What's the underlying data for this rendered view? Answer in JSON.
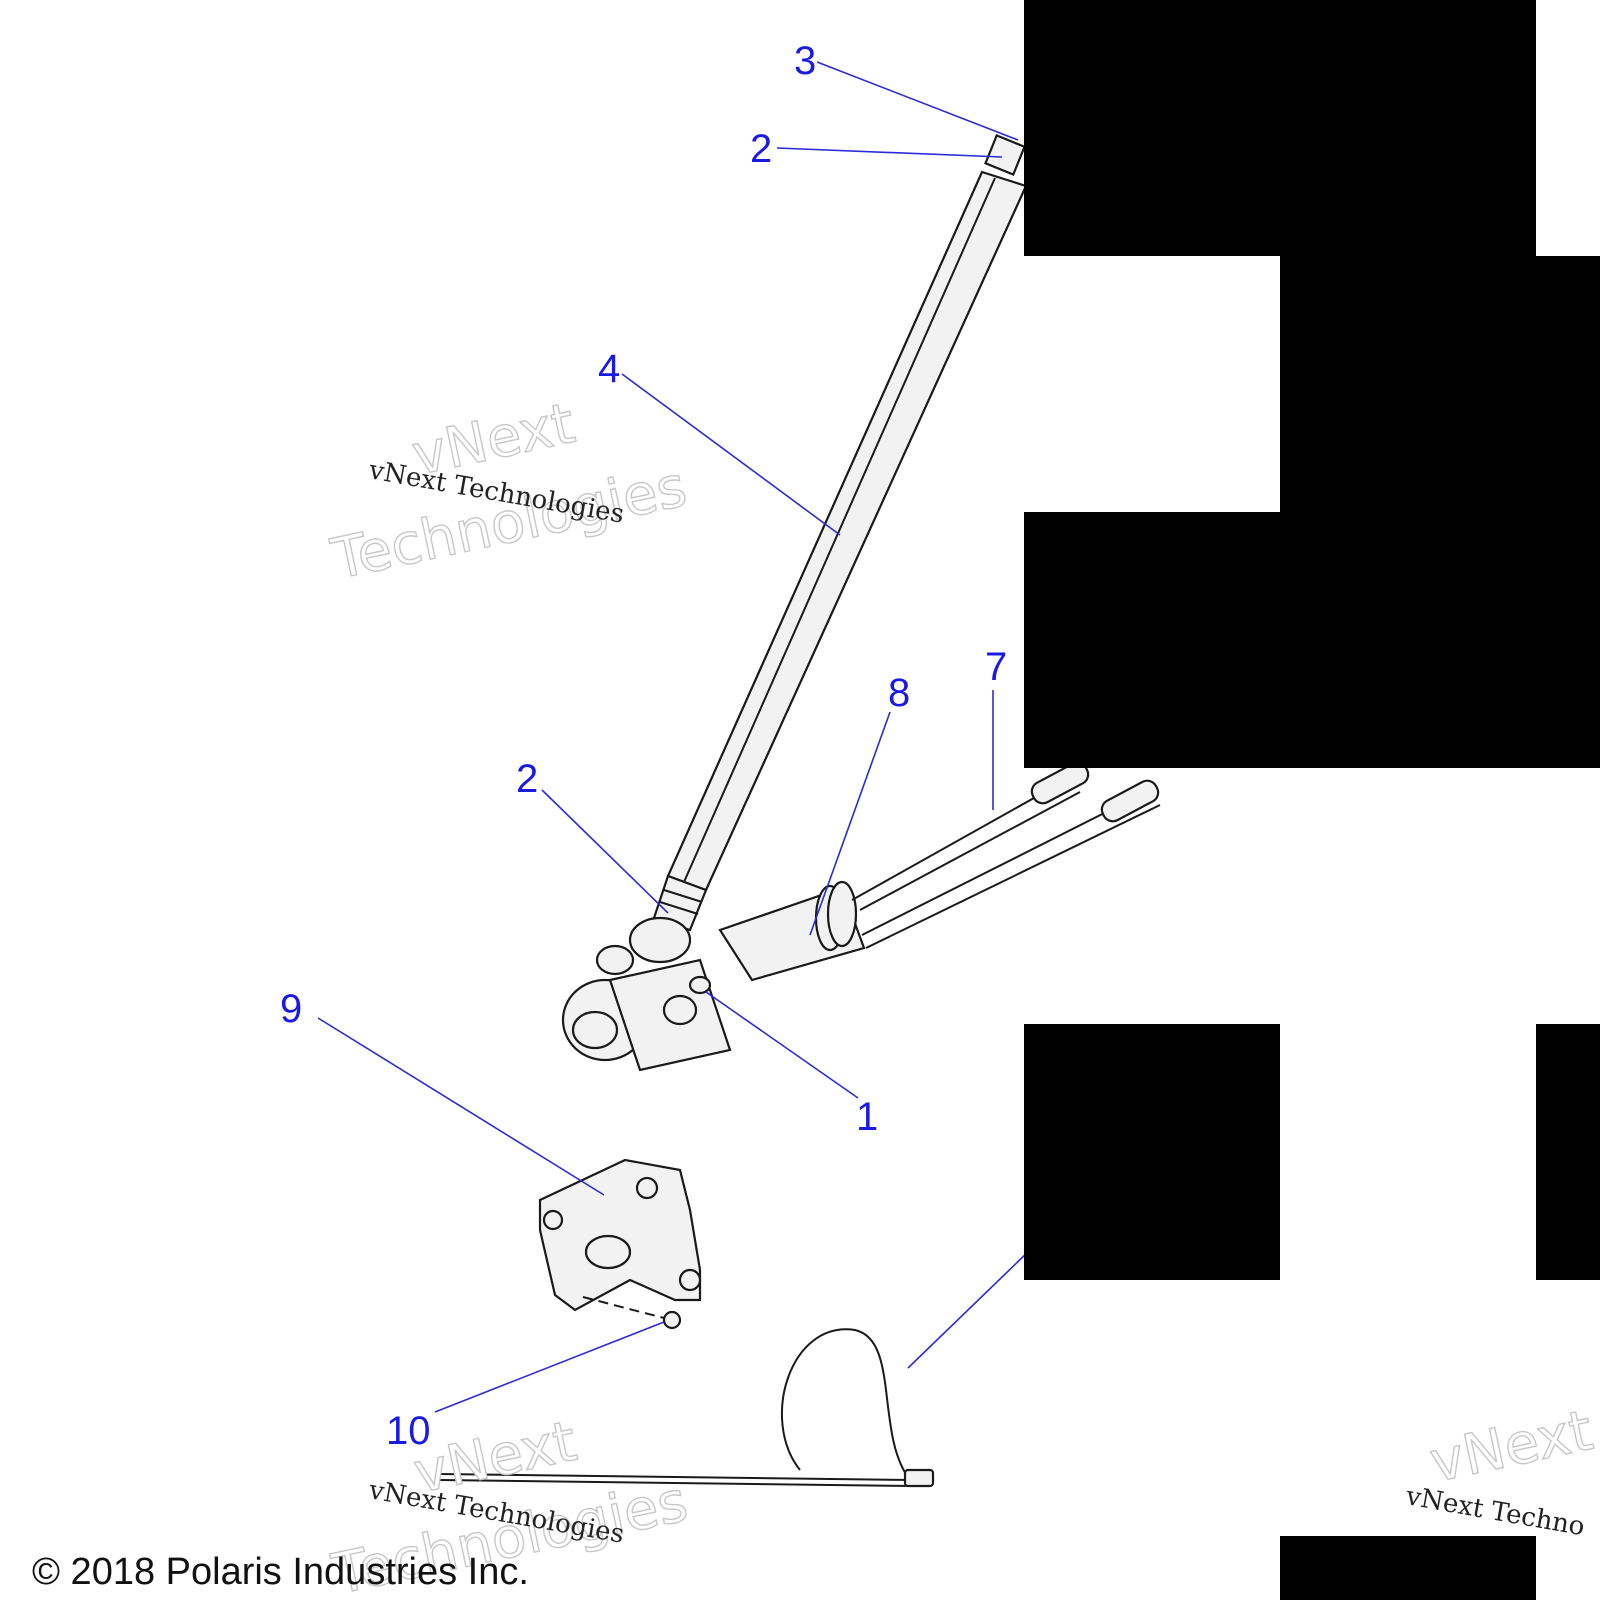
{
  "callouts": {
    "c1": "1",
    "c2_top": "2",
    "c2_lower": "2",
    "c3": "3",
    "c4": "4",
    "c7": "7",
    "c8": "8",
    "c9": "9",
    "c10": "10"
  },
  "watermark": {
    "line_small": "vNext Technologies",
    "line_big_1": "vNext",
    "line_big_2": "Technologies",
    "line_small_right": "vNext Techno",
    "line_big_right": "vNext"
  },
  "copyright": "© 2018 Polaris Industries Inc.",
  "colors": {
    "callout": "#1a1ae6",
    "leader": "#2b2bd9",
    "redaction": "#000000"
  }
}
